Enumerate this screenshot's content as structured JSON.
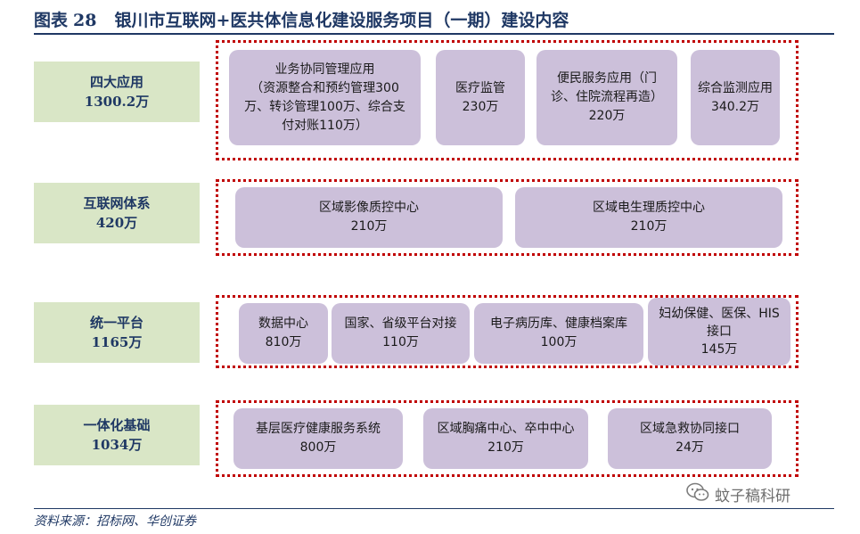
{
  "title": {
    "label": "图表",
    "number": "28",
    "text": "银川市互联网+医共体信息化建设服务项目（一期）建设内容"
  },
  "categories": [
    {
      "name": "四大应用",
      "amount": "1300.2万"
    },
    {
      "name": "互联网体系",
      "amount": "420万"
    },
    {
      "name": "统一平台",
      "amount": "1165万"
    },
    {
      "name": "一体化基础",
      "amount": "1034万"
    }
  ],
  "groups": [
    {
      "items": [
        {
          "lines": [
            "业务协同管理应用",
            "（资源整合和预约管理300",
            "万、转诊管理100万、综合支",
            "付对账110万）"
          ]
        },
        {
          "lines": [
            "医疗监管",
            "230万"
          ]
        },
        {
          "lines": [
            "便民服务应用（门",
            "诊、住院流程再造）",
            "220万"
          ]
        },
        {
          "lines": [
            "综合监测应用",
            "340.2万"
          ]
        }
      ]
    },
    {
      "items": [
        {
          "lines": [
            "区域影像质控中心",
            "210万"
          ]
        },
        {
          "lines": [
            "区域电生理质控中心",
            "210万"
          ]
        }
      ]
    },
    {
      "items": [
        {
          "lines": [
            "数据中心",
            "810万"
          ]
        },
        {
          "lines": [
            "国家、省级平台对接",
            "110万"
          ]
        },
        {
          "lines": [
            "电子病历库、健康档案库",
            "100万"
          ]
        },
        {
          "lines": [
            "妇幼保健、医保、HIS",
            "接口",
            "145万"
          ]
        }
      ]
    },
    {
      "items": [
        {
          "lines": [
            "基层医疗健康服务系统",
            "800万"
          ]
        },
        {
          "lines": [
            "区域胸痛中心、卒中中心",
            "210万"
          ]
        },
        {
          "lines": [
            "区域急救协同接口",
            "24万"
          ]
        }
      ]
    }
  ],
  "source": "资料来源：招标网、华创证券",
  "watermark": {
    "icon": "wechat-icon",
    "text": "蚊子稿科研"
  },
  "colors": {
    "category_bg": "#d9e6c6",
    "item_bg": "#ccc0da",
    "dotted_border": "#c00000",
    "heading": "#1f3864"
  }
}
